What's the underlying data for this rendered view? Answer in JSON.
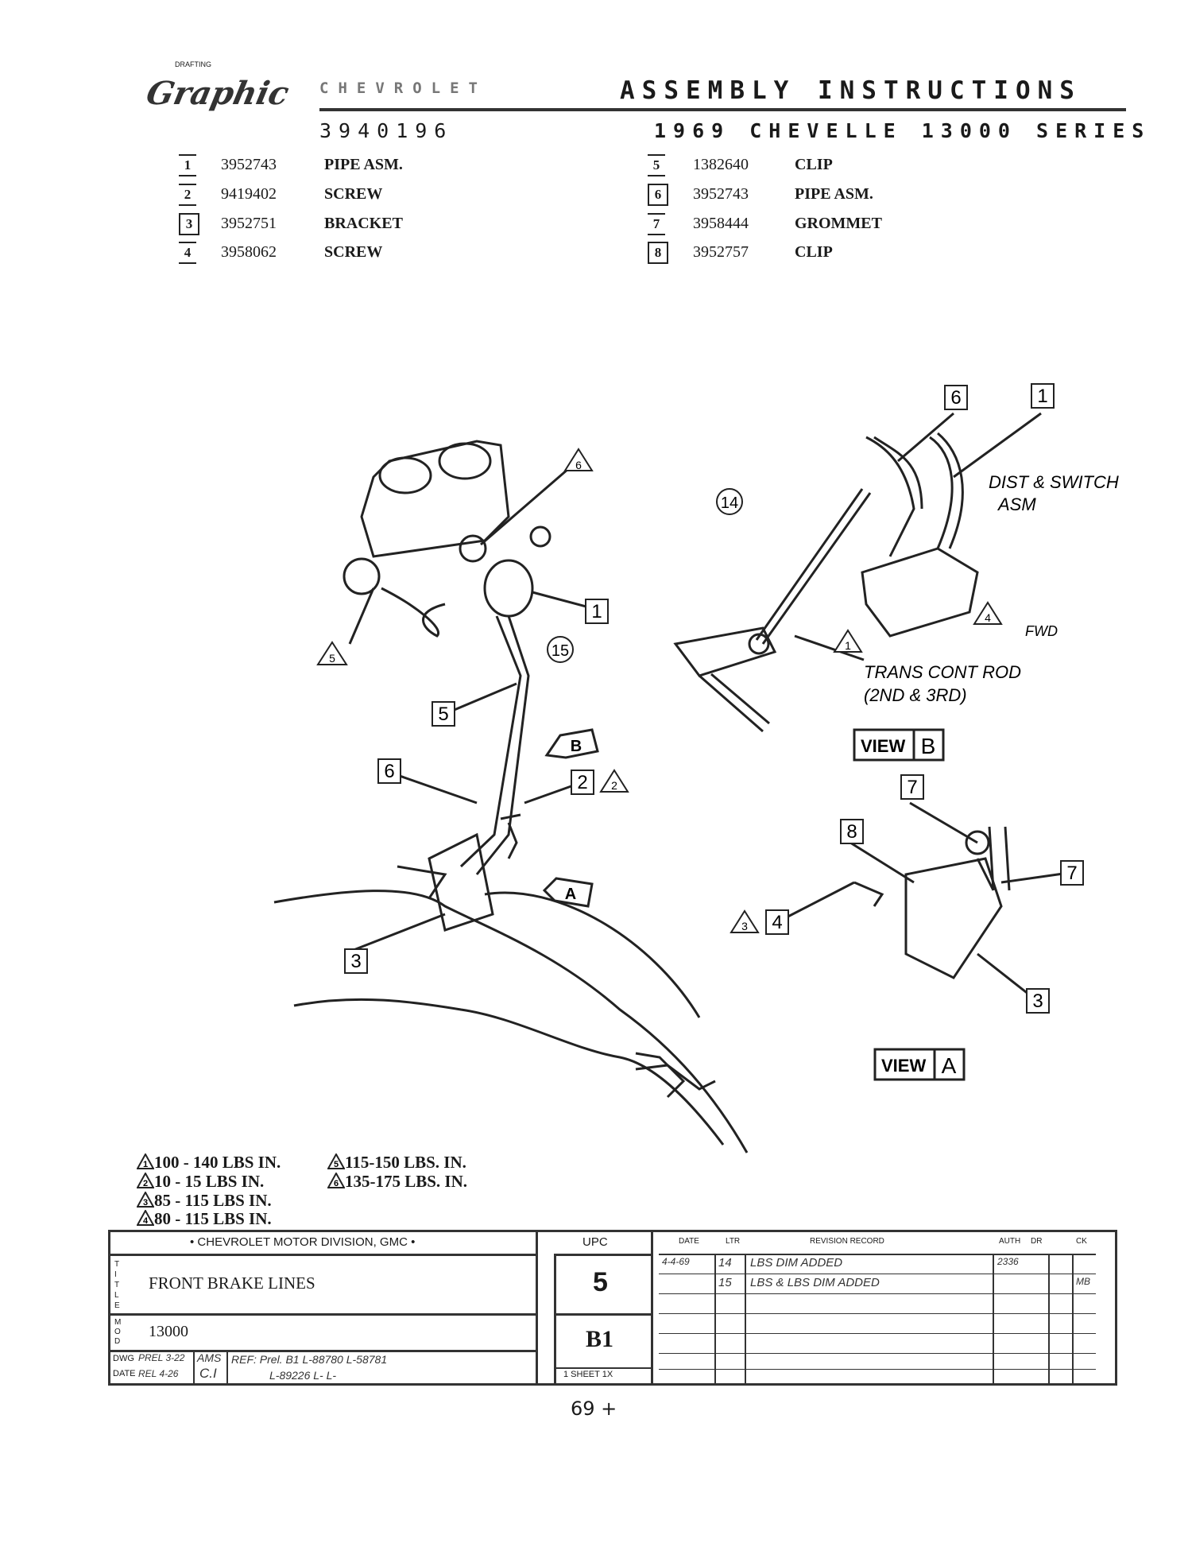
{
  "header": {
    "logo_text": "Drafting Graphic",
    "brand": "CHEVROLET",
    "title": "ASSEMBLY INSTRUCTIONS",
    "drawing_number": "3940196",
    "series": "1969 CHEVELLE 13000 SERIES"
  },
  "parts": [
    {
      "item": "1",
      "part_no": "3952743",
      "name": "PIPE ASM."
    },
    {
      "item": "2",
      "part_no": "9419402",
      "name": "SCREW"
    },
    {
      "item": "3",
      "part_no": "3952751",
      "name": "BRACKET"
    },
    {
      "item": "4",
      "part_no": "3958062",
      "name": "SCREW"
    },
    {
      "item": "5",
      "part_no": "1382640",
      "name": "CLIP"
    },
    {
      "item": "6",
      "part_no": "3952743",
      "name": "PIPE ASM."
    },
    {
      "item": "7",
      "part_no": "3958444",
      "name": "GROMMET"
    },
    {
      "item": "8",
      "part_no": "3952757",
      "name": "CLIP"
    }
  ],
  "diagram": {
    "labels": {
      "dist_switch_1": "DIST & SWITCH",
      "dist_switch_2": "ASM",
      "trans_rod_1": "TRANS CONT ROD",
      "trans_rod_2": "(2ND & 3RD)",
      "fwd": "FWD",
      "view": "VIEW",
      "view_b": "B",
      "view_a": "A",
      "circle_14": "14",
      "circle_15": "15",
      "arrow_a": "A",
      "arrow_b": "B"
    },
    "callouts": {
      "c6_viewb": "6",
      "c1_viewb": "1",
      "t1_viewb": "1",
      "t4_viewb": "4",
      "t6_main": "6",
      "c1_main": "1",
      "t5_main": "5",
      "c5_main": "5",
      "c6_main": "6",
      "c2_main": "2",
      "t2_main": "2",
      "c3_main": "3",
      "c7_viewa": "7",
      "c8_viewa": "8",
      "c7b_viewa": "7",
      "t3_viewa": "3",
      "c4_viewa": "4",
      "c3_viewa": "3"
    }
  },
  "torque_specs": [
    {
      "mark": "1",
      "spec": "100 - 140 LBS IN."
    },
    {
      "mark": "2",
      "spec": "10 - 15  LBS IN."
    },
    {
      "mark": "3",
      "spec": "85 - 115 LBS IN."
    },
    {
      "mark": "4",
      "spec": "80 - 115 LBS IN."
    },
    {
      "mark": "5",
      "spec": "115-150 LBS. IN."
    },
    {
      "mark": "6",
      "spec": "135-175 LBS. IN."
    }
  ],
  "title_block": {
    "division": "• CHEVROLET MOTOR DIVISION, GMC •",
    "title_label": "TITLE",
    "title": "FRONT BRAKE LINES",
    "model_label": "MOD",
    "model": "13000",
    "upc_label": "UPC",
    "upc": "5",
    "sheet_code": "B1",
    "sheet_label": "1 SHEET 1X",
    "dwg_label": "DWG",
    "date_label": "DATE",
    "prel": "PREL 3-22",
    "prel_init": "AMS",
    "rel": "REL 4-26",
    "rel_init": "C.I",
    "ref_1": "REF: Prel. B1   L-88780   L-58781",
    "ref_2": "L-89226 L-        L-",
    "rev_headers": {
      "date": "DATE",
      "ltr": "LTR",
      "record": "REVISION RECORD",
      "auth": "AUTH",
      "dr": "DR",
      "ck": "CK"
    },
    "revisions": [
      {
        "date": "4-4-69",
        "ltr": "14",
        "record": "LBS DIM ADDED",
        "auth": "2336",
        "ck": ""
      },
      {
        "date": "",
        "ltr": "15",
        "record": "LBS & LBS DIM ADDED",
        "auth": "",
        "ck": "MB"
      }
    ]
  },
  "page_number": "69 +"
}
